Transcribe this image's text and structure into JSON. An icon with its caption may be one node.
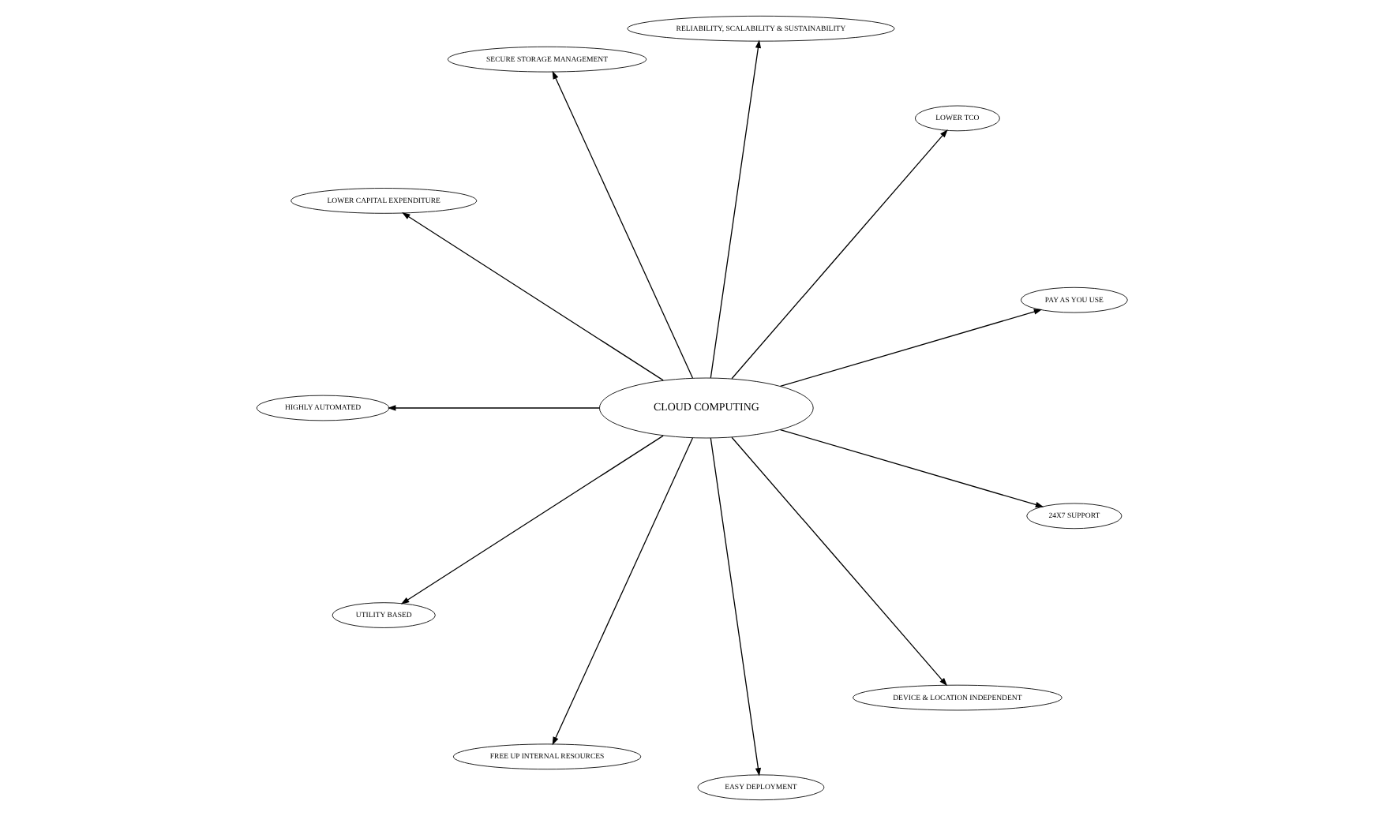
{
  "diagram": {
    "nodes": [
      {
        "text": [
          "CLOUD COMPUTING"
        ]
      },
      {
        "text": [
          "PAY AS YOU USE"
        ]
      },
      {
        "text": [
          "LOWER TCO"
        ]
      },
      {
        "text": [
          "RELIABILITY, SCALABILITY & SUSTAINABILITY"
        ]
      },
      {
        "text": [
          "SECURE STORAGE MANAGEMENT"
        ]
      },
      {
        "text": [
          "LOWER CAPITAL EXPENDITURE"
        ]
      },
      {
        "text": [
          "HIGHLY AUTOMATED"
        ]
      },
      {
        "text": [
          "UTILITY BASED"
        ]
      },
      {
        "text": [
          "FREE UP INTERNAL RESOURCES"
        ]
      },
      {
        "text": [
          "EASY DEPLOYMENT"
        ]
      },
      {
        "text": [
          "DEVICE & LOCATION INDEPENDENT"
        ]
      },
      {
        "text": [
          "24X7 SUPPORT"
        ]
      }
    ],
    "edges": [
      {
        "from": 0,
        "to": 1,
        "arrow": "to"
      },
      {
        "from": 0,
        "to": 2,
        "arrow": "to"
      },
      {
        "from": 0,
        "to": 3,
        "arrow": "to"
      },
      {
        "from": 0,
        "to": 4,
        "arrow": "to"
      },
      {
        "from": 0,
        "to": 5,
        "arrow": "to"
      },
      {
        "from": 0,
        "to": 6,
        "arrow": "to"
      },
      {
        "from": 0,
        "to": 7,
        "arrow": "to"
      },
      {
        "from": 0,
        "to": 8,
        "arrow": "to"
      },
      {
        "from": 0,
        "to": 9,
        "arrow": "to"
      },
      {
        "from": 0,
        "to": 10,
        "arrow": "to"
      },
      {
        "from": 0,
        "to": 11,
        "arrow": "to"
      }
    ]
  }
}
